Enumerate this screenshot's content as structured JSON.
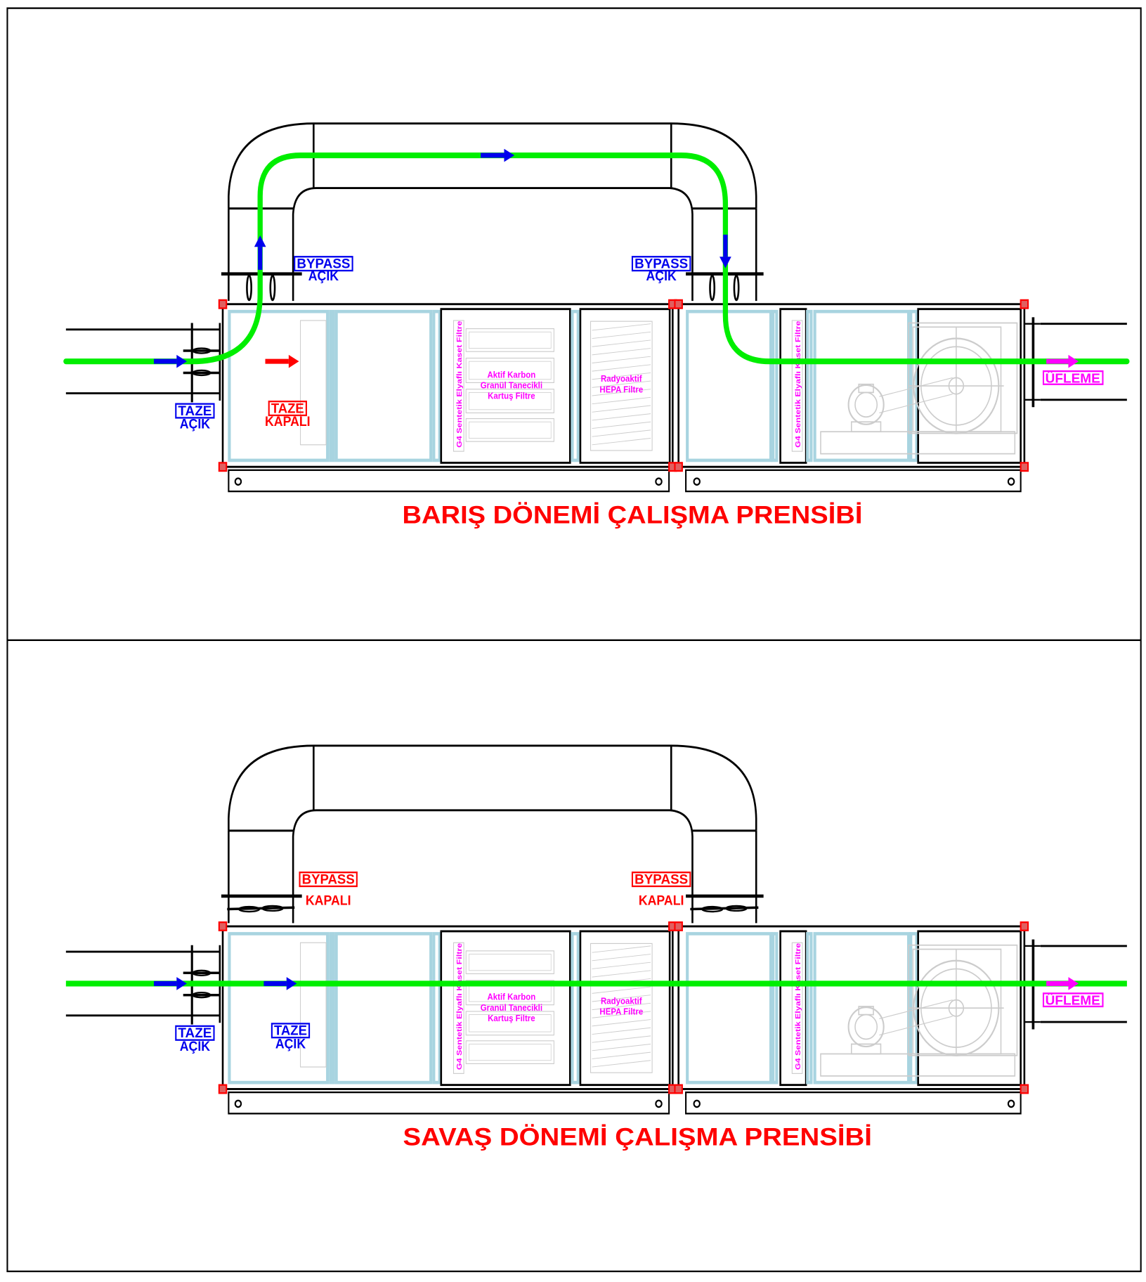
{
  "colors": {
    "airflow": "#00ee00",
    "open": "#0000ee",
    "closed": "#ff0000",
    "filter_text": "#ff00ff",
    "panel_frame": "#a8d4e0",
    "equipment": "#cccccc",
    "corner": "#ff3030"
  },
  "filters": {
    "g4": "G4 Sentetik Elyaflı Kaset Filtre",
    "carbon": [
      "Aktif Karbon",
      "Granül Tanecikli",
      "Kartuş Filtre"
    ],
    "hepa": [
      "Radyoaktif",
      "HEPA Filtre"
    ]
  },
  "panels": [
    {
      "mode": "peace",
      "title": "BARIŞ DÖNEMİ ÇALIŞMA PRENSİBİ",
      "bypass_left": {
        "name": "BYPASS",
        "state": "AÇIK",
        "open": true
      },
      "bypass_right": {
        "name": "BYPASS",
        "state": "AÇIK",
        "open": true
      },
      "fresh_outer": {
        "name": "TAZE",
        "state": "AÇIK",
        "open": true
      },
      "fresh_inner": {
        "name": "TAZE",
        "state": "KAPALI",
        "open": false
      },
      "supply": "ÜFLEME"
    },
    {
      "mode": "war",
      "title": "SAVAŞ DÖNEMİ ÇALIŞMA PRENSİBİ",
      "bypass_left": {
        "name": "BYPASS",
        "state": "KAPALI",
        "open": false
      },
      "bypass_right": {
        "name": "BYPASS",
        "state": "KAPALI",
        "open": false
      },
      "fresh_outer": {
        "name": "TAZE",
        "state": "AÇIK",
        "open": true
      },
      "fresh_inner": {
        "name": "TAZE",
        "state": "AÇIK",
        "open": true
      },
      "supply": "ÜFLEME"
    }
  ]
}
